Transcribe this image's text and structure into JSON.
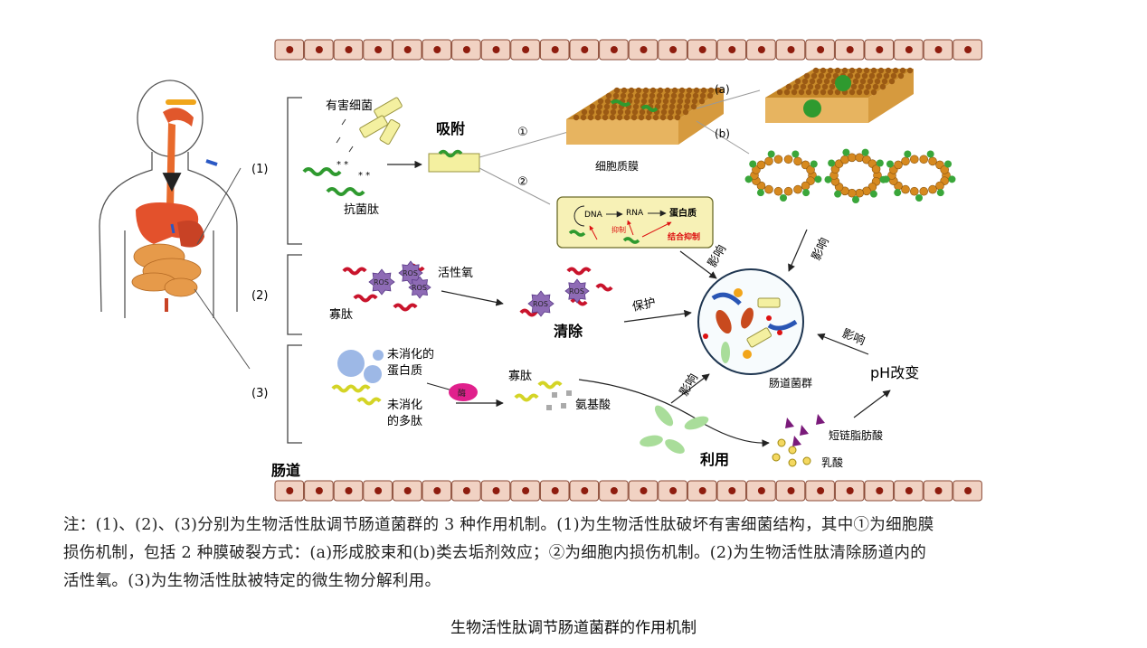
{
  "diagram": {
    "mechanism_labels": [
      "(1)",
      "(2)",
      "(3)"
    ],
    "harmful_bacteria": "有害细菌",
    "antimicrobial_peptide": "抗菌肽",
    "adsorption": "吸附",
    "path1": "①",
    "path2": "②",
    "cell_membrane": "细胞质膜",
    "mode_a": "(a)",
    "mode_b": "(b)",
    "dna": "DNA",
    "rna": "RNA",
    "protein": "蛋白质",
    "inhibit": "抑制",
    "binding_inhibit": "结合抑制",
    "ros": "ROS",
    "reactive_oxygen": "活性氧",
    "oligopeptide": "寡肽",
    "clearance": "清除",
    "protection": "保护",
    "influence": "影响",
    "gut_microbiota": "肠道菌群",
    "ph_change": "pH改变",
    "undigested_protein": [
      "未消化的",
      "蛋白质"
    ],
    "undigested_polypeptide": [
      "未消化",
      "的多肽"
    ],
    "enzyme": "酶",
    "amino_acid": "氨基酸",
    "utilization": "利用",
    "scfa": "短链脂肪酸",
    "lactic_acid": "乳酸",
    "intestine": "肠道"
  },
  "note": {
    "lines": [
      "注：(1)、(2)、(3)分别为生物活性肽调节肠道菌群的 3 种作用机制。(1)为生物活性肽破坏有害细菌结构，其中①为细胞膜",
      "损伤机制，包括 2 种膜破裂方式：(a)形成胶束和(b)类去垢剂效应；②为细胞内损伤机制。(2)为生物活性肽清除肠道内的",
      "活性氧。(3)为生物活性肽被特定的微生物分解利用。"
    ]
  },
  "caption": "生物活性肽调节肠道菌群的作用机制",
  "colors": {
    "cell_fill": "#f1d2c3",
    "cell_nucleus": "#8e1c0e",
    "peptide_green": "#2f9a2f",
    "peptide_red": "#c9142c",
    "ros_purple": "#8e6bb5",
    "bacteria_yellow": "#f4f0a0",
    "membrane_orange": "#d6891f"
  }
}
